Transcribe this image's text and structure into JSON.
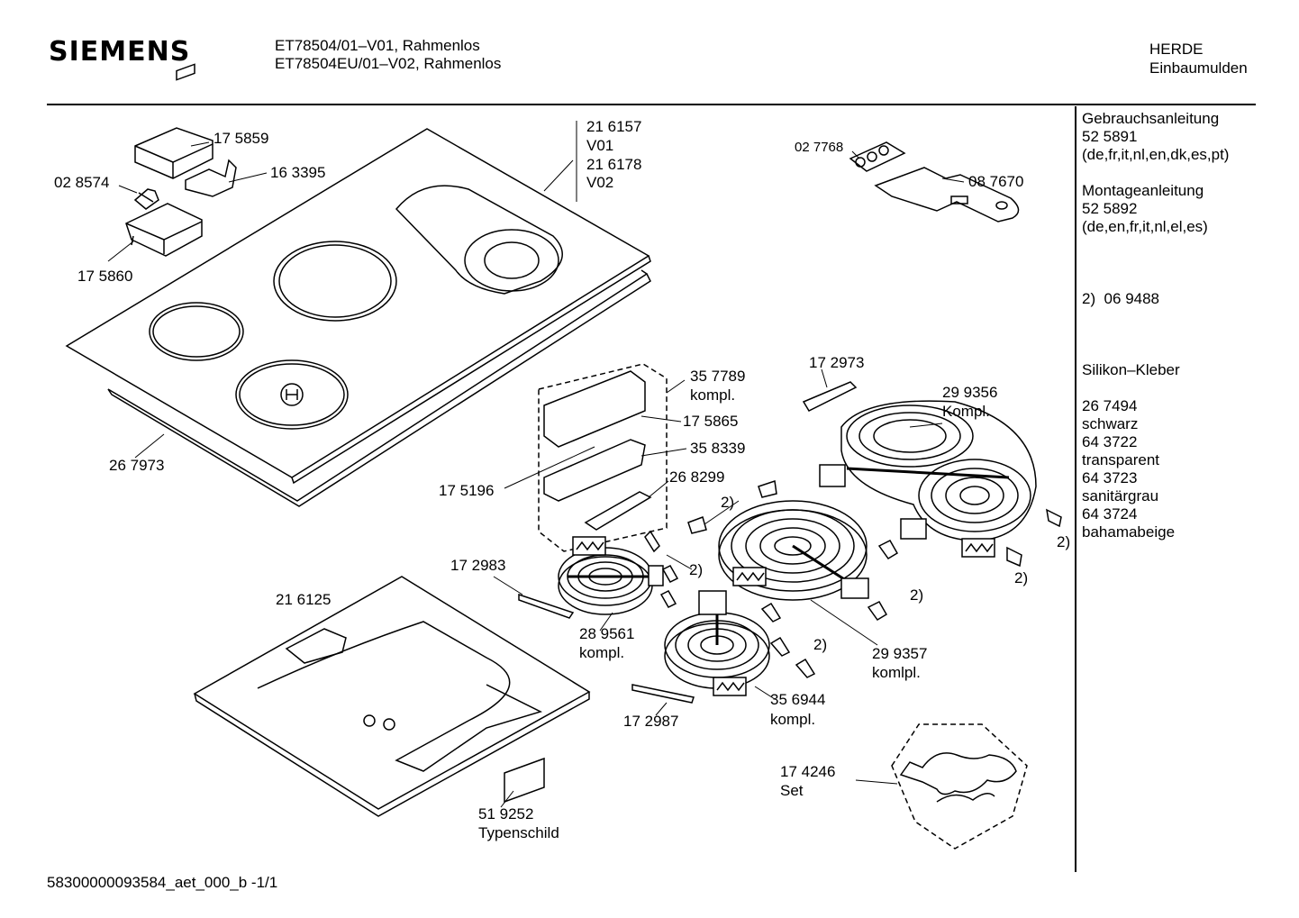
{
  "header": {
    "brand": "SIEMENS",
    "model_line1": "ET78504/01–V01, Rahmenlos",
    "model_line2": "ET78504EU/01–V02, Rahmenlos",
    "category_line1": "HERDE",
    "category_line2": "Einbaumulden"
  },
  "labels": {
    "p175859": "17 5859",
    "p163395": "16 3395",
    "p028574": "02 8574",
    "p175860": "17 5860",
    "p216157": "21 6157",
    "v01": "V01",
    "p216178": "21 6178",
    "v02": "V02",
    "p027768": "02 7768",
    "p087670": "08 7670",
    "p267973": "26 7973",
    "p357789": "35 7789",
    "kompl_357789": "kompl.",
    "p175865": "17 5865",
    "p358339": "35 8339",
    "p175196": "17 5196",
    "p268299": "26 8299",
    "p172973": "17 2973",
    "p299356": "29 9356",
    "kompl_299356": "Kompl.",
    "note_a": "2)",
    "note_b": "2)",
    "note_c": "2)",
    "note_d": "2)",
    "note_e": "2)",
    "note_f": "2)",
    "p172983": "17 2983",
    "p216125": "21 6125",
    "p289561": "28 9561",
    "kompl_289561": "kompl.",
    "p299357": "29 9357",
    "komlpl_299357": "komlpl.",
    "p356944": "35 6944",
    "kompl_356944": "kompl.",
    "p172987": "17 2987",
    "p174246": "17 4246",
    "set": "Set",
    "p519252": "51 9252",
    "typenschild": "Typenschild"
  },
  "sidebar": {
    "gebrauch_title": "Gebrauchsanleitung",
    "gebrauch_num": "52 5891",
    "gebrauch_langs": "(de,fr,it,nl,en,dk,es,pt)",
    "montage_title": "Montageanleitung",
    "montage_num": "52 5892",
    "montage_langs": "(de,en,fr,it,nl,el,es)",
    "note2": "2)  06 9488",
    "silikon_title": "Silikon–Kleber",
    "c1_num": "26 7494",
    "c1_name": "schwarz",
    "c2_num": "64 3722",
    "c2_name": "transparent",
    "c3_num": "64 3723",
    "c3_name": "sanitärgrau",
    "c4_num": "64 3724",
    "c4_name": "bahamabeige"
  },
  "footer": {
    "doc_id": "58300000093584_aet_000_b -1/1"
  }
}
